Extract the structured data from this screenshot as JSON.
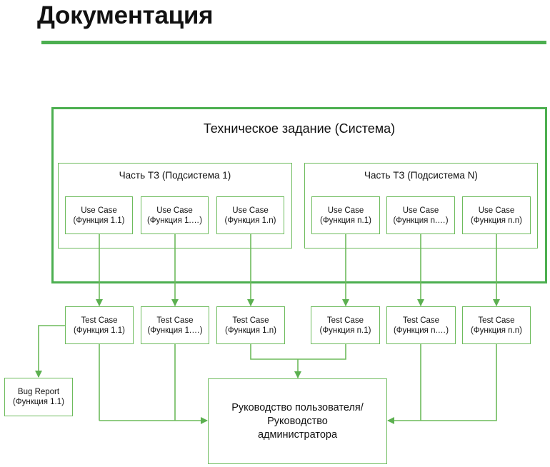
{
  "header": {
    "title": "Документация"
  },
  "diagram": {
    "system": "Техническое задание (Система)",
    "subsystems": [
      {
        "title": "Часть ТЗ (Подсистема 1)"
      },
      {
        "title": "Часть ТЗ (Подсистема N)"
      }
    ],
    "use_cases": [
      {
        "name": "Use Case",
        "func": "(Функция 1.1)"
      },
      {
        "name": "Use Case",
        "func": "(Функция 1.…)"
      },
      {
        "name": "Use Case",
        "func": "(Функция 1.n)"
      },
      {
        "name": "Use Case",
        "func": "(Функция n.1)"
      },
      {
        "name": "Use Case",
        "func": "(Функция n.…)"
      },
      {
        "name": "Use Case",
        "func": "(Функция n.n)"
      }
    ],
    "test_cases": [
      {
        "name": "Test Case",
        "func": "(Функция 1.1)"
      },
      {
        "name": "Test Case",
        "func": "(Функция 1.…)"
      },
      {
        "name": "Test Case",
        "func": "(Функция 1.n)"
      },
      {
        "name": "Test Case",
        "func": "(Функция n.1)"
      },
      {
        "name": "Test Case",
        "func": "(Функция n.…)"
      },
      {
        "name": "Test Case",
        "func": "(Функция n.n)"
      }
    ],
    "bug_report": {
      "name": "Bug Report",
      "func": "(Функция 1.1)"
    },
    "guide": "Руководство пользователя/\nРуководство\nадминистратора",
    "colors": {
      "line": "#6dbb5c",
      "accent": "#4caf50"
    }
  }
}
